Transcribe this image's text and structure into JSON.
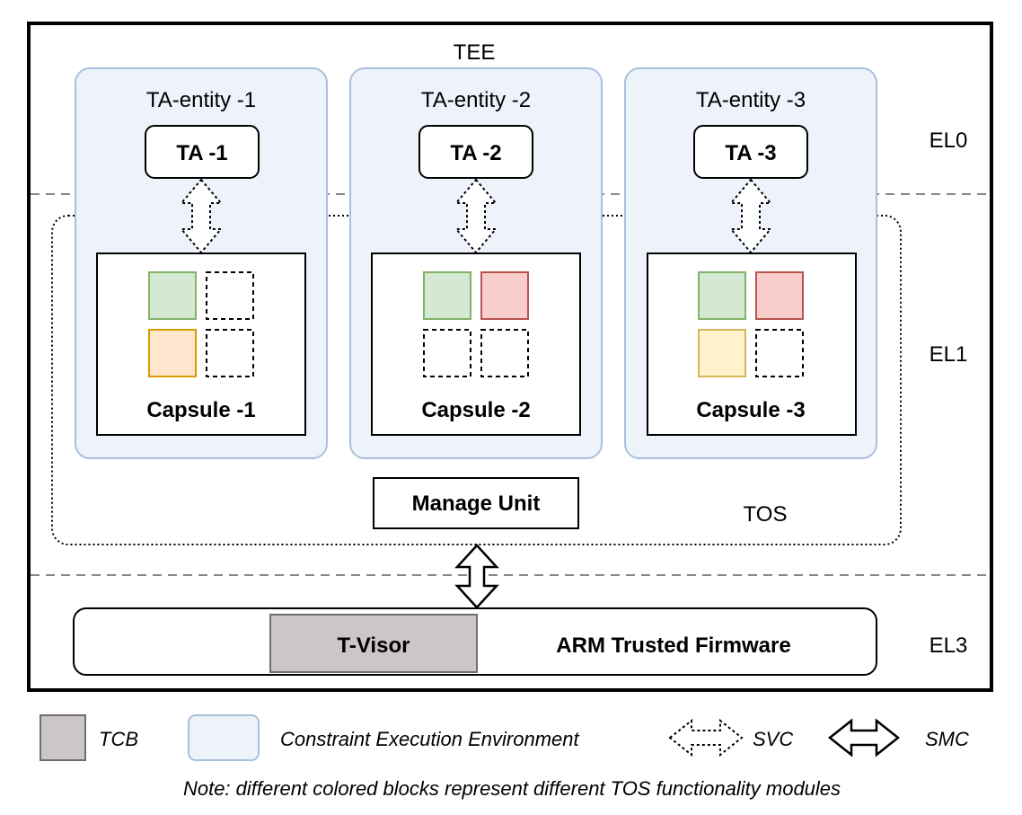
{
  "tee_label": "TEE",
  "levels": {
    "el0": "EL0",
    "el1": "EL1",
    "el3": "EL3"
  },
  "entities": [
    {
      "title": "TA-entity -1",
      "ta": "TA -1",
      "capsule": "Capsule -1",
      "modules": [
        {
          "fill": "#d5e8d4",
          "stroke": "#82b366",
          "dashed": false
        },
        {
          "fill": "#ffffff",
          "stroke": "#000000",
          "dashed": true
        },
        {
          "fill": "#ffe6cc",
          "stroke": "#d79b00",
          "dashed": false
        },
        {
          "fill": "#ffffff",
          "stroke": "#000000",
          "dashed": true
        }
      ]
    },
    {
      "title": "TA-entity -2",
      "ta": "TA -2",
      "capsule": "Capsule -2",
      "modules": [
        {
          "fill": "#d5e8d4",
          "stroke": "#82b366",
          "dashed": false
        },
        {
          "fill": "#f8cecc",
          "stroke": "#b85450",
          "dashed": false
        },
        {
          "fill": "#ffffff",
          "stroke": "#000000",
          "dashed": true
        },
        {
          "fill": "#ffffff",
          "stroke": "#000000",
          "dashed": true
        }
      ]
    },
    {
      "title": "TA-entity -3",
      "ta": "TA -3",
      "capsule": "Capsule -3",
      "modules": [
        {
          "fill": "#d5e8d4",
          "stroke": "#82b366",
          "dashed": false
        },
        {
          "fill": "#f8cecc",
          "stroke": "#b85450",
          "dashed": false
        },
        {
          "fill": "#fff2cc",
          "stroke": "#d6b656",
          "dashed": false
        },
        {
          "fill": "#ffffff",
          "stroke": "#000000",
          "dashed": true
        }
      ]
    }
  ],
  "manage_unit": "Manage Unit",
  "tos_label": "TOS",
  "tvisor": "T-Visor",
  "firmware": "ARM Trusted Firmware",
  "colors": {
    "cee_fill": "#eef3fb",
    "cee_stroke": "#a9c0dd",
    "tcb_fill": "#cdc6c6",
    "tcb_stroke": "#6e6e6e"
  },
  "legend": {
    "tcb": "TCB",
    "cee": "Constraint Execution Environment",
    "svc": "SVC",
    "smc": "SMC"
  },
  "note": "Note: different colored blocks represent different TOS functionality modules"
}
